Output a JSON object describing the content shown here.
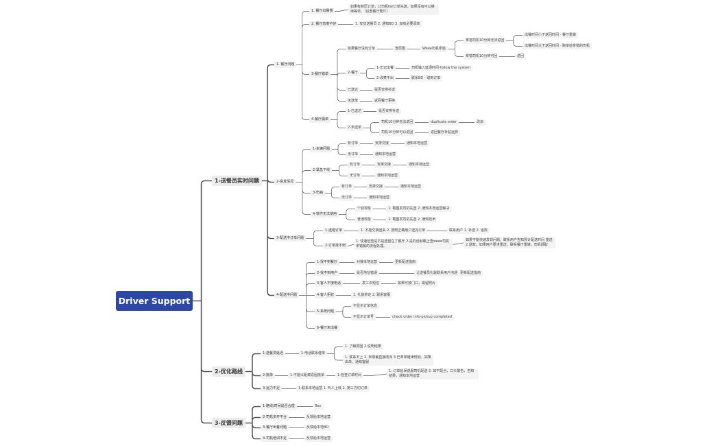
{
  "root": "Driver Support",
  "b1": {
    "label": "1-送餐员实时问题",
    "g1": {
      "label": "1. 餐厅问题",
      "n1": {
        "label": "1. 餐厅出餐慢",
        "note": "如果有积压订单，让司机fail订单先送。如果没有可以继续等单。（设置餐厅繁忙）"
      },
      "n2": {
        "label": "2. 餐厅态度不好",
        "note": "1. 安抚送餐员 2. 通知BD 3. 如有必要调单"
      },
      "n3": {
        "label": "3-餐厅错单",
        "a": {
          "label": "如果餐厅没有订单",
          "b": "查原因",
          "c": "Weee司机拿错",
          "d1": "拿错司机10分钟无法返回",
          "d2": "拿错司机10分钟可回",
          "e1": "出餐时间小于返回时间 - 餐厅重做",
          "e2": "出餐时间大于返回时间 - 跑单给拿错的司机",
          "e3": "返回"
        },
        "b": {
          "label": "2-餐厅",
          "c1": "1-忘记出餐",
          "d1": "司机输入延误时间-follow the system",
          "c2": "2-改菜不出",
          "d2": "联系BD - 取到订单"
        },
        "c": {
          "label": "已送达",
          "note": "是否安排补送"
        },
        "d": {
          "label": "未送单",
          "note": "返回餐厅更换"
        }
      },
      "n4": {
        "label": "4-餐厅漏单",
        "a": {
          "label": "1-已送达",
          "note": "是否安排补送"
        },
        "b": {
          "label": "2-未送单",
          "c1": "司机10分钟无法返回",
          "d1": "duplicate order",
          "e1": "改派",
          "c2": "司机10分钟可以返回",
          "d2": "返回餐厅补贴运费"
        }
      }
    },
    "g2": {
      "label": "2-突发情况",
      "n1": {
        "label": "1-车辆问题",
        "r1": "有订单",
        "r1a": "安排交接",
        "r1b": "通知本地运营",
        "r2": "无订单",
        "r2a": "通知本地运营"
      },
      "n2": {
        "label": "2-紧急下线",
        "r1": "有订单",
        "r1a": "安排交接",
        "r1b": "通知本地运营",
        "r2": "无订单",
        "r2a": "通知本地运营"
      },
      "n3": {
        "label": "3-伤病",
        "r1": "有订单",
        "r1a": "安排交接",
        "r1b": "通知本地运营",
        "r2": "无订单",
        "r2a": "通知本地运营"
      },
      "n4": {
        "label": "4-软件无法使用",
        "r1": "个别现象",
        "r1a": "1. 截图发司机先送 2. 通知本地运营解决",
        "r2": "普通现象",
        "r2a": "1. 截图发司机先送 2. 通知技术"
      }
    },
    "g3": {
      "label": "3-配送中订单问题",
      "n1": {
        "label": "1-送错订单",
        "a": "1. 不能交换回来 2. 按照正确用户送完订单",
        "b": "联系用户 1. 补送 2. 退款"
      },
      "n2": {
        "label": "2-订单找不到",
        "a": "1. 快速检查是不是遗留在了餐厅 2.是的话就跟上查weee司机拿错餐的流程处理。",
        "b": "如果不能快速发现问题，联系用户告知预计配送时间 重送2.退款。如果用户要求重送，联系餐厅重做，司机顺取"
      }
    },
    "g4": {
      "label": "4-配送中问题",
      "n1": {
        "label": "1-找不到餐厅",
        "a": "对接本地运营",
        "b": "更新配送指南"
      },
      "n2": {
        "label": "2-找不到用户",
        "a": "是否地址错误",
        "b": "让送餐员礼貌联系用户沟通",
        "c": "更新配送指南"
      },
      "n3": {
        "label": "3-客人不接电话",
        "a": "发三次短信",
        "b": "如果可放门口，需留照片"
      },
      "n4": {
        "label": "4-客人拒收",
        "a": "1. 礼貌拿走 2. 联系客服"
      },
      "n5": {
        "label": "5-系统问题",
        "a": "不显示订单信息",
        "b": "不显示订单号",
        "c": "check order info-pickup completed"
      },
      "n6": {
        "label": "6-餐厅未出餐"
      }
    }
  },
  "b2": {
    "label": "2-优化路线",
    "n1": {
      "label": "1-送餐员延迟",
      "a": "1-电话联系催单",
      "b1": "1. 了解原因 2.说明结果",
      "b2": "1. 联系不上 2. 未取餐直接改派 3.已拿单继续规划。如果由单，通知客服"
    },
    "n2": {
      "label": "2-挑单",
      "a": "1-不能以距离原因挑单",
      "b": "1-检查订单时间",
      "c": "1. 订单延误说服司机配送 2. 如不配合，口头警告，告知结果，通知本地运营"
    },
    "n3": {
      "label": "3-运力不足",
      "a": "1-联系本地运营 1. 叫人上线 2. 第三方切订单"
    }
  },
  "b3": {
    "label": "3-反馈问题",
    "n1": {
      "label": "1-路线/时间是否合理",
      "a": "Ren"
    },
    "n2": {
      "label": "2-司机多开平台",
      "a": "反馈给本地运营"
    },
    "n3": {
      "label": "3-餐厅出餐问题",
      "a": "反馈给本地BD"
    },
    "n4": {
      "label": "4-司机培训不足",
      "a": "反馈给本地运营"
    }
  }
}
